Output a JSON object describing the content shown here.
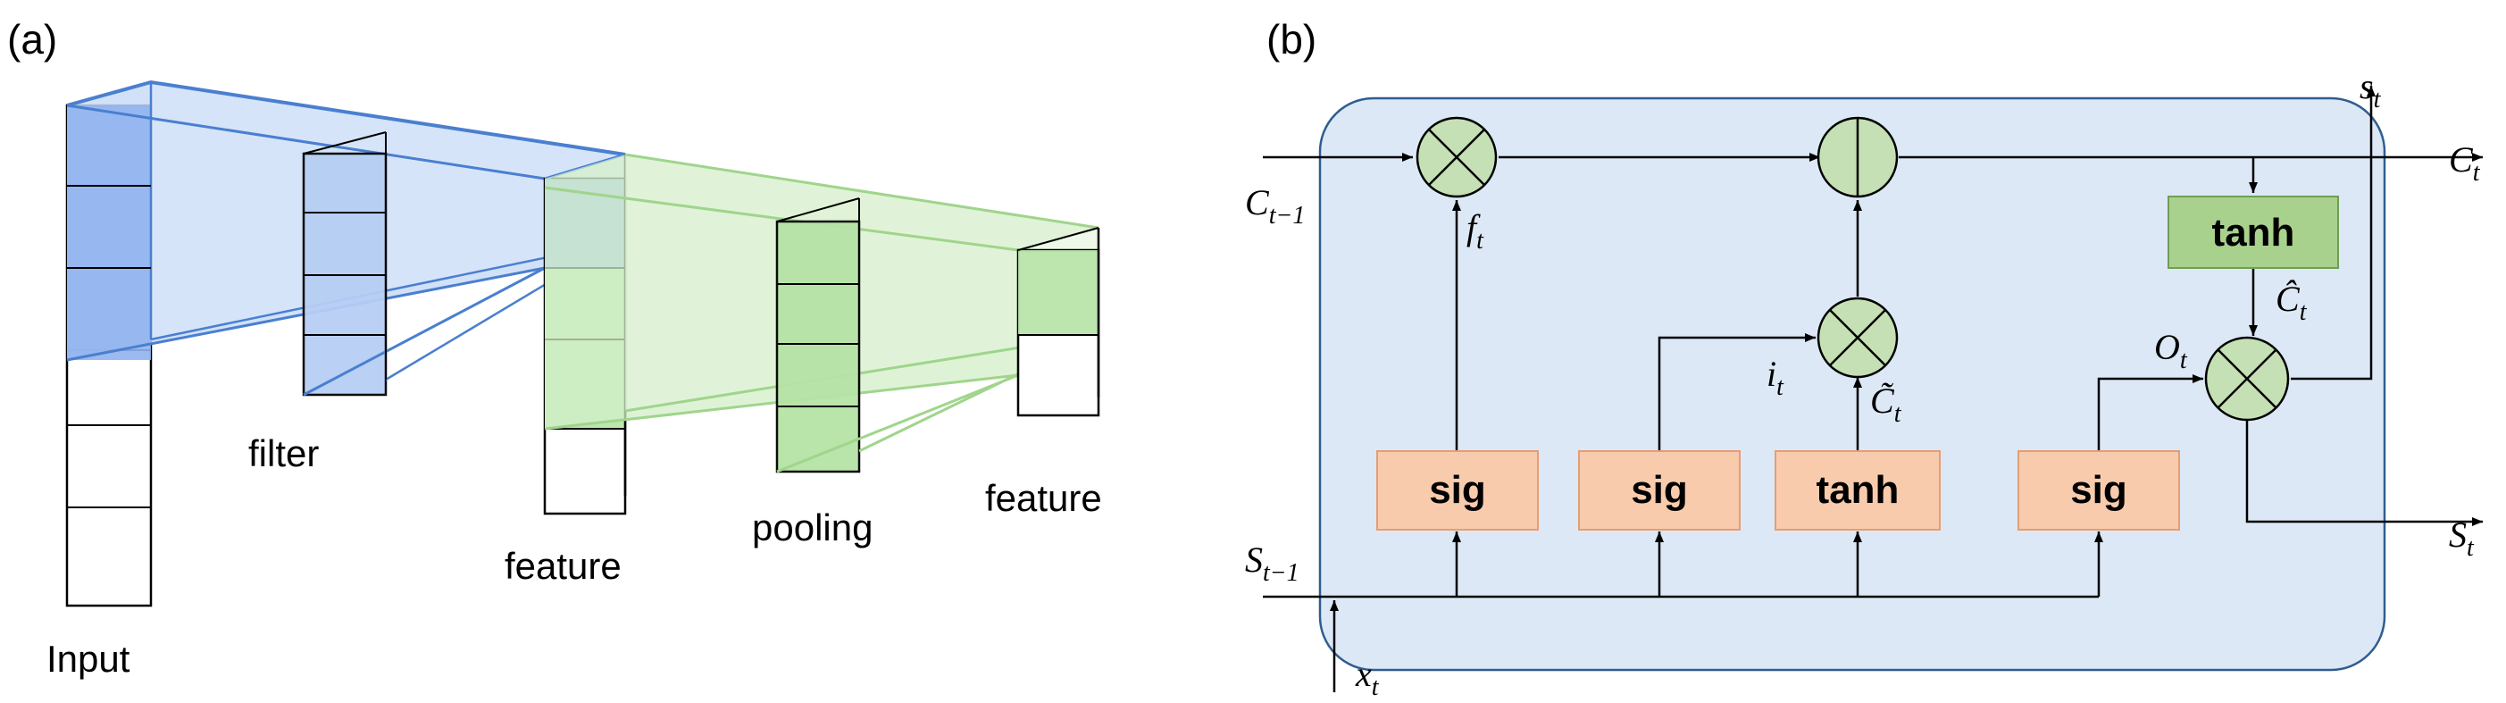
{
  "panel_a": {
    "tag": "(a)",
    "labels": {
      "input": "Input",
      "filter": "filter",
      "feature1": "feature",
      "pooling": "pooling",
      "feature2": "feature"
    }
  },
  "panel_b": {
    "tag": "(b)",
    "boxes": {
      "sig1": "sig",
      "sig2": "sig",
      "tanh_gate": "tanh",
      "sig3": "sig",
      "tanh_out": "tanh"
    },
    "vars": {
      "c_prev_main": "C",
      "c_prev_sub": "t−1",
      "c_out_main": "C",
      "c_out_sub": "t",
      "s_prev_main": "S",
      "s_prev_sub": "t−1",
      "s_out_main": "S",
      "s_out_sub": "t",
      "s_top_main": "s",
      "s_top_sub": "t",
      "x_main": "x",
      "x_sub": "t",
      "f_main": "f",
      "f_sub": "t",
      "i_main": "i",
      "i_sub": "t",
      "ctilde_main": "C̃",
      "ctilde_sub": "t",
      "chat_main": "Ĉ",
      "chat_sub": "t",
      "o_main": "O",
      "o_sub": "t"
    }
  },
  "colors": {
    "cnn_blue_fill": "#c9dcf7",
    "cnn_blue_dark": "#8fb3ee",
    "cnn_blue_edge": "#4a7fd0",
    "cnn_green_fill": "#d3efc8",
    "cnn_green_dark": "#b6e3a6",
    "cnn_green_edge": "#9fd58c",
    "lstm_bg": "#dce8f5",
    "lstm_border": "#2f5d8f",
    "gate_box": "#f8cbad",
    "gate_border": "#e39e77",
    "tanh_box": "#a9d18e",
    "op_circle": "#c5e0b4"
  }
}
